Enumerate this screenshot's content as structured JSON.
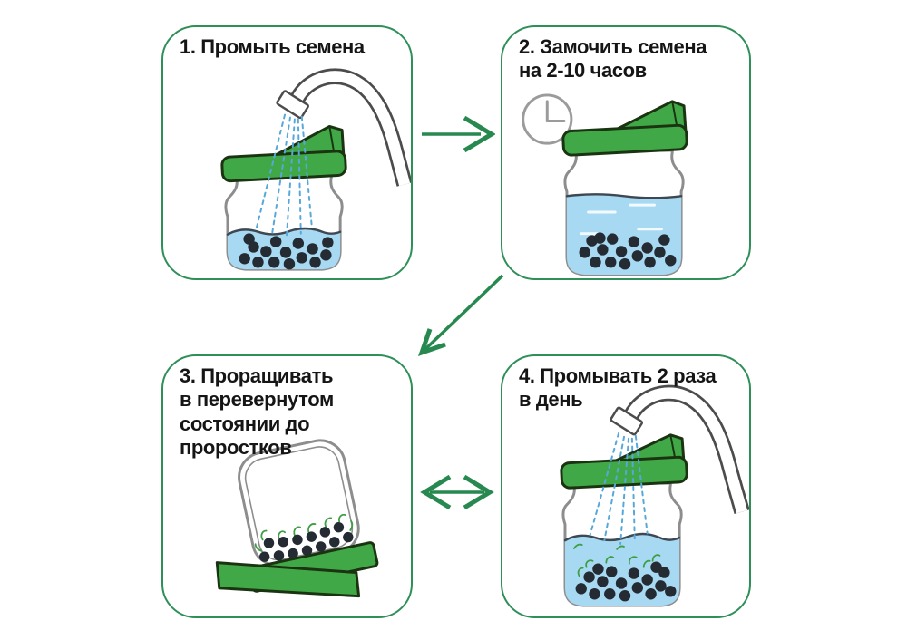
{
  "diagram": {
    "step_count": 4
  },
  "panels": [
    {
      "step": "1",
      "title": "1. Промыть семена",
      "icons": [
        "faucet-icon",
        "water-spray-icon",
        "jar-with-seeds-icon"
      ]
    },
    {
      "step": "2",
      "title": "2. Замочить семена\nна 2-10 часов",
      "icons": [
        "clock-icon",
        "jar-soaking-seeds-icon"
      ]
    },
    {
      "step": "3",
      "title": "3. Проращивать\nв перевернутом\nсостоянии до проростков",
      "icons": [
        "inverted-jar-with-sprouts-icon"
      ]
    },
    {
      "step": "4",
      "title": "4. Промывать 2 раза\nв день",
      "icons": [
        "faucet-icon",
        "water-spray-icon",
        "jar-sprouted-seeds-icon"
      ]
    }
  ],
  "arrows": [
    {
      "name": "arrow-step1-to-step2",
      "direction": "right"
    },
    {
      "name": "arrow-step2-to-step3",
      "direction": "down-left"
    },
    {
      "name": "arrow-step3-step4",
      "direction": "left-right"
    }
  ],
  "colors": {
    "panel_border": "#2e8f58",
    "title_ink": "#151515",
    "arrow_green": "#27894f",
    "lid_green": "#41a847",
    "lid_outline": "#1a3311",
    "water_blue": "#a8d9f2",
    "water_line": "#3d4852",
    "spray_blue": "#57a7d9",
    "seed_dark": "#242b33",
    "jar_outline": "#8d8d8d",
    "faucet_outline": "#4c4c4c",
    "clock_gray": "#9b9b9b",
    "sprout_green": "#3f9e45"
  }
}
